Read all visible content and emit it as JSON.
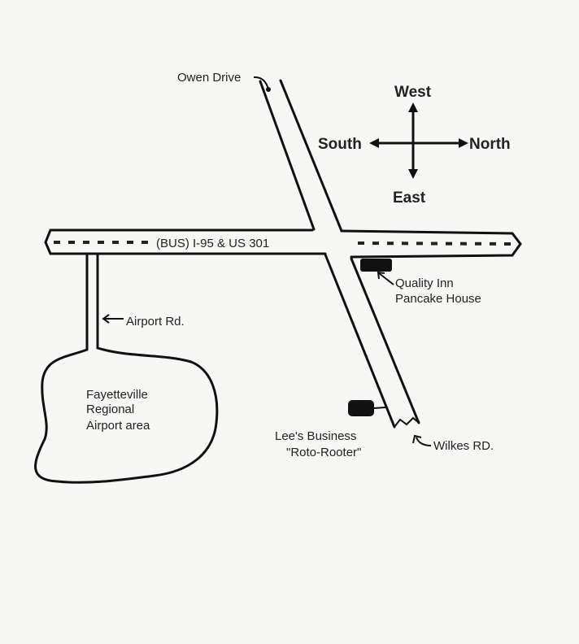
{
  "map": {
    "highway_label": "(BUS) I-95 & US 301",
    "roads": {
      "owen_drive": "Owen Drive",
      "airport_rd": "Airport Rd.",
      "wilkes_rd": "Wilkes RD."
    },
    "compass": {
      "west": "West",
      "south": "South",
      "north": "North",
      "east": "East"
    },
    "places": {
      "airport_line1": "Fayetteville",
      "airport_line2": "Regional",
      "airport_line3": "Airport area",
      "quality_inn_line1": "Quality Inn",
      "quality_inn_line2": "Pancake House",
      "lees_line1": "Lee's Business",
      "lees_line2": "\"Roto-Rooter\""
    }
  }
}
